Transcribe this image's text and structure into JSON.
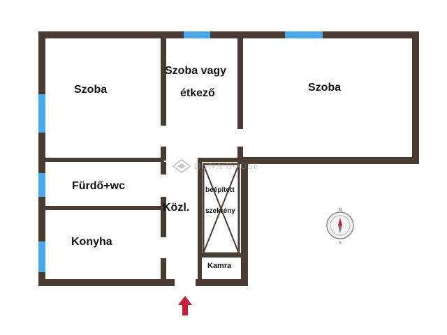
{
  "rooms": {
    "szoba_left": "Szoba",
    "szoba_middle_line1": "Szoba vagy",
    "szoba_middle_line2": "étkező",
    "szoba_right": "Szoba",
    "furdo": "Fürdő+wc",
    "kozl": "Közl.",
    "konyha": "Konyha",
    "beepitett_line1": "beépített",
    "beepitett_line2": "szekrény",
    "kamra": "Kamra"
  },
  "watermark": "DUNA HOUSE",
  "colors": {
    "wall": "#4a3b33",
    "window": "#4aa8e8",
    "entrance_arrow": "#c0203a"
  },
  "icons": {
    "compass": "compass-icon",
    "entrance": "entrance-arrow-icon",
    "watermark_logo": "duna-house-logo-icon"
  }
}
